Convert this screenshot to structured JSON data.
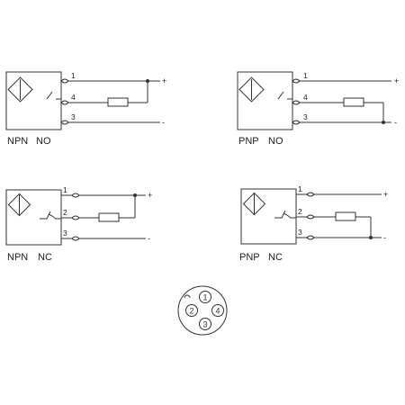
{
  "diagrams": [
    {
      "id": "npn-no",
      "type_label": "NPN",
      "contact_label": "NO",
      "pins": [
        "1",
        "4",
        "3"
      ],
      "plus_sign": "+",
      "minus_sign": "-",
      "switch": "normally-open",
      "load_between": "4-and-1"
    },
    {
      "id": "pnp-no",
      "type_label": "PNP",
      "contact_label": "NO",
      "pins": [
        "1",
        "4",
        "3"
      ],
      "plus_sign": "+",
      "minus_sign": "-",
      "switch": "normally-open",
      "load_between": "4-and-3"
    },
    {
      "id": "npn-nc",
      "type_label": "NPN",
      "contact_label": "NC",
      "pins": [
        "1",
        "2",
        "3"
      ],
      "plus_sign": "+",
      "minus_sign": "-",
      "switch": "normally-closed",
      "load_between": "2-and-1"
    },
    {
      "id": "pnp-nc",
      "type_label": "PNP",
      "contact_label": "NC",
      "pins": [
        "1",
        "2",
        "3"
      ],
      "plus_sign": "+",
      "minus_sign": "-",
      "switch": "normally-closed",
      "load_between": "2-and-3"
    }
  ],
  "connector": {
    "pins": [
      "1",
      "2",
      "3",
      "4"
    ]
  }
}
